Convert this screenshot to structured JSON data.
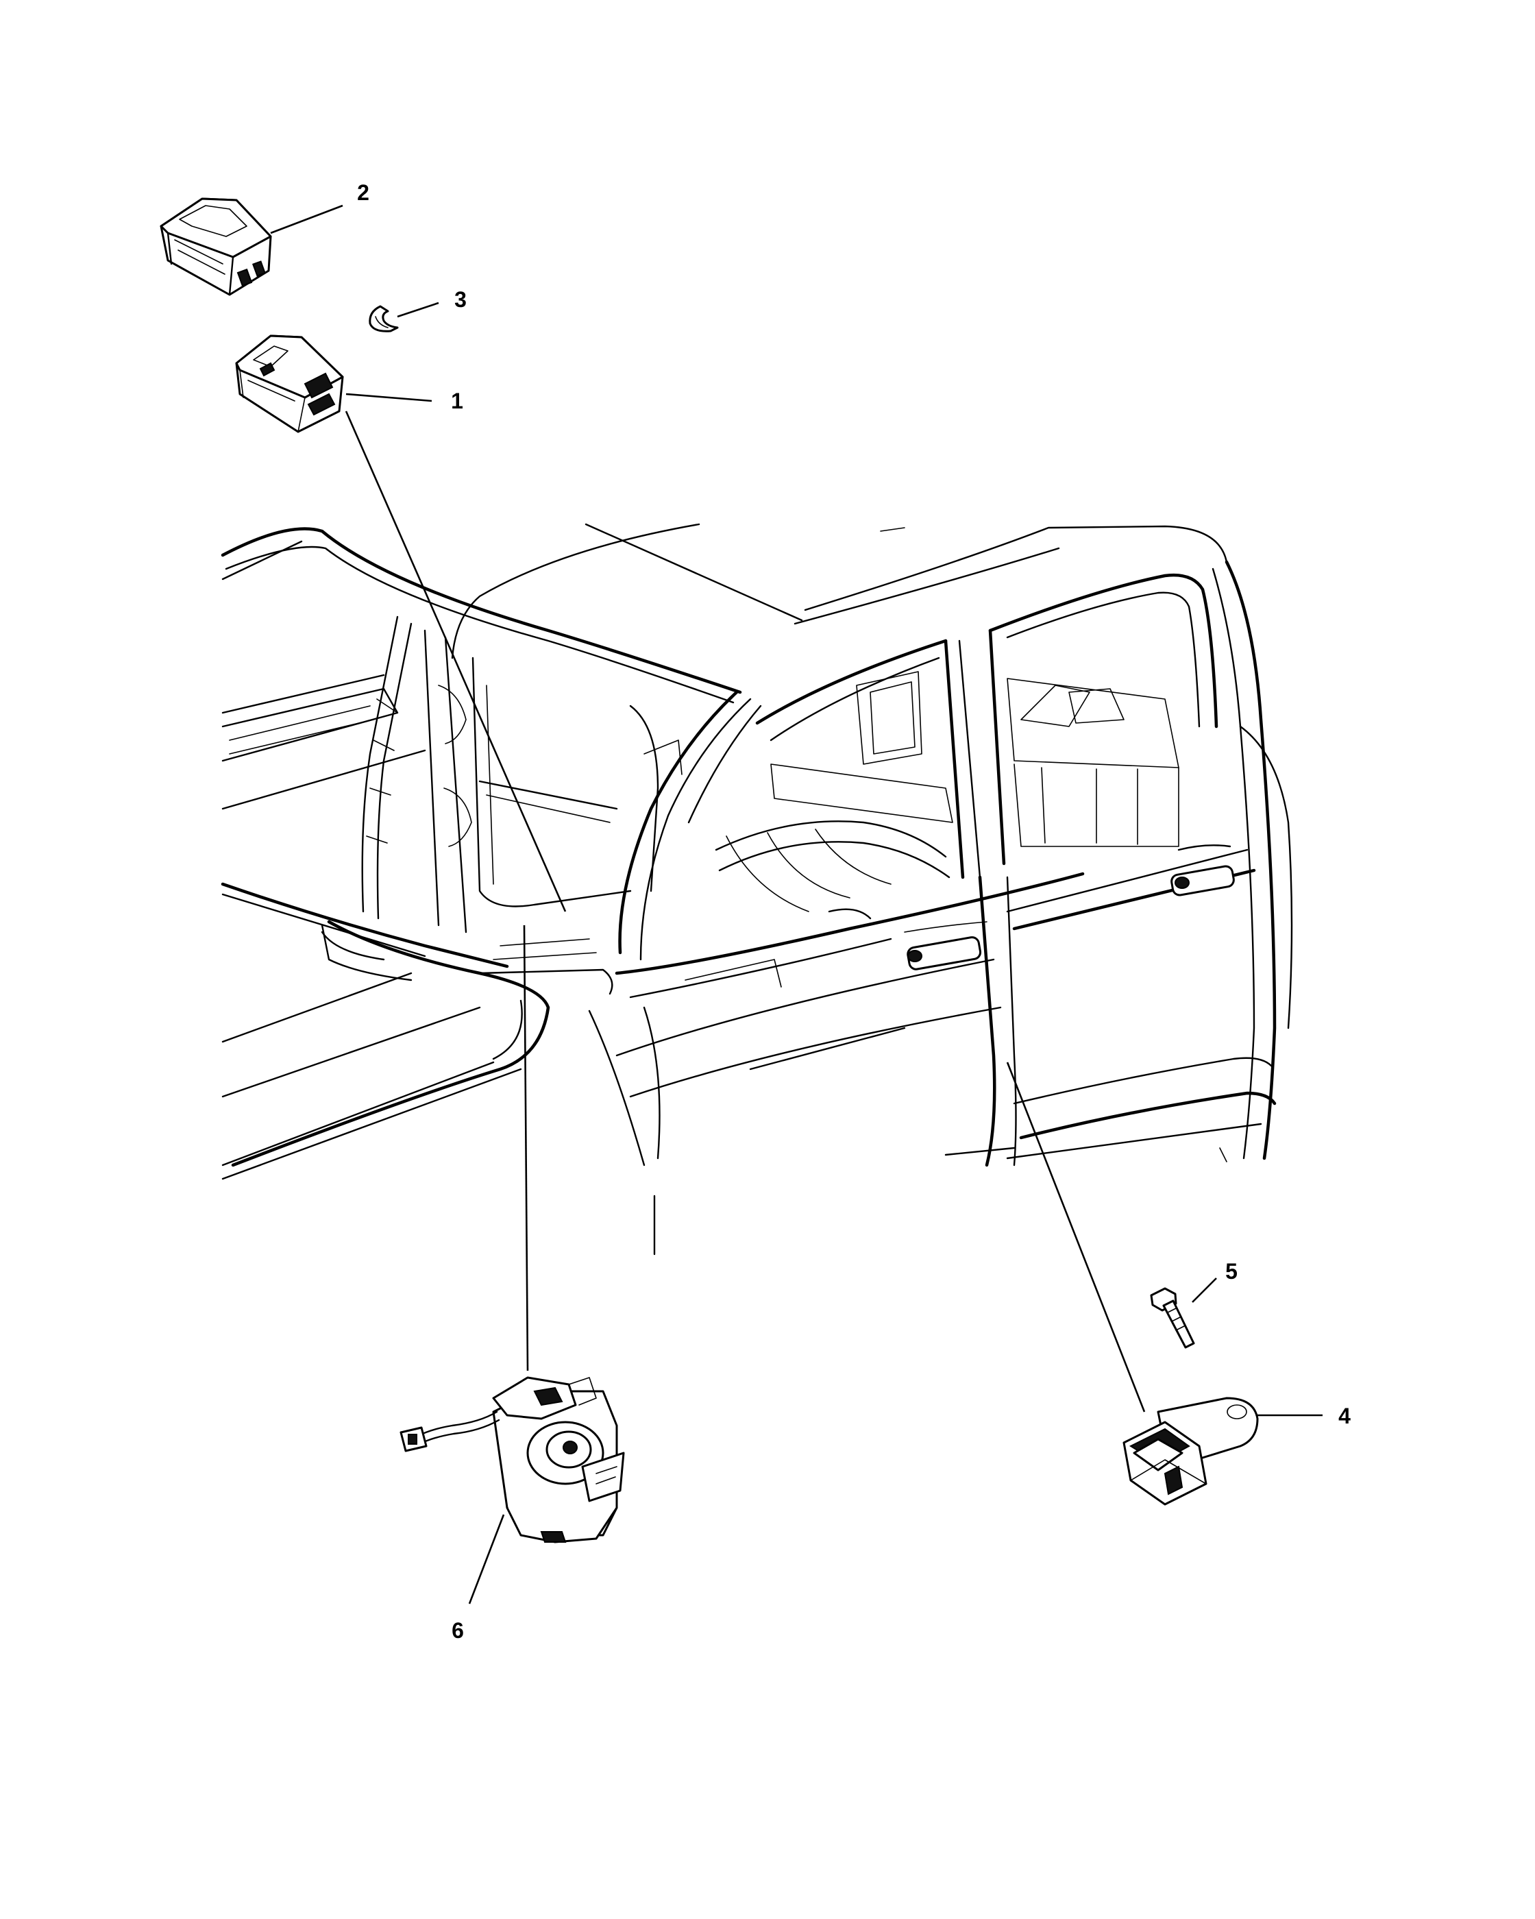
{
  "callouts": [
    {
      "id": "1",
      "label": "1",
      "part": "module"
    },
    {
      "id": "2",
      "label": "2",
      "part": "module-cover"
    },
    {
      "id": "3",
      "label": "3",
      "part": "clip"
    },
    {
      "id": "4",
      "label": "4",
      "part": "impact-sensor"
    },
    {
      "id": "5",
      "label": "5",
      "part": "bolt"
    },
    {
      "id": "6",
      "label": "6",
      "part": "clockspring"
    }
  ]
}
